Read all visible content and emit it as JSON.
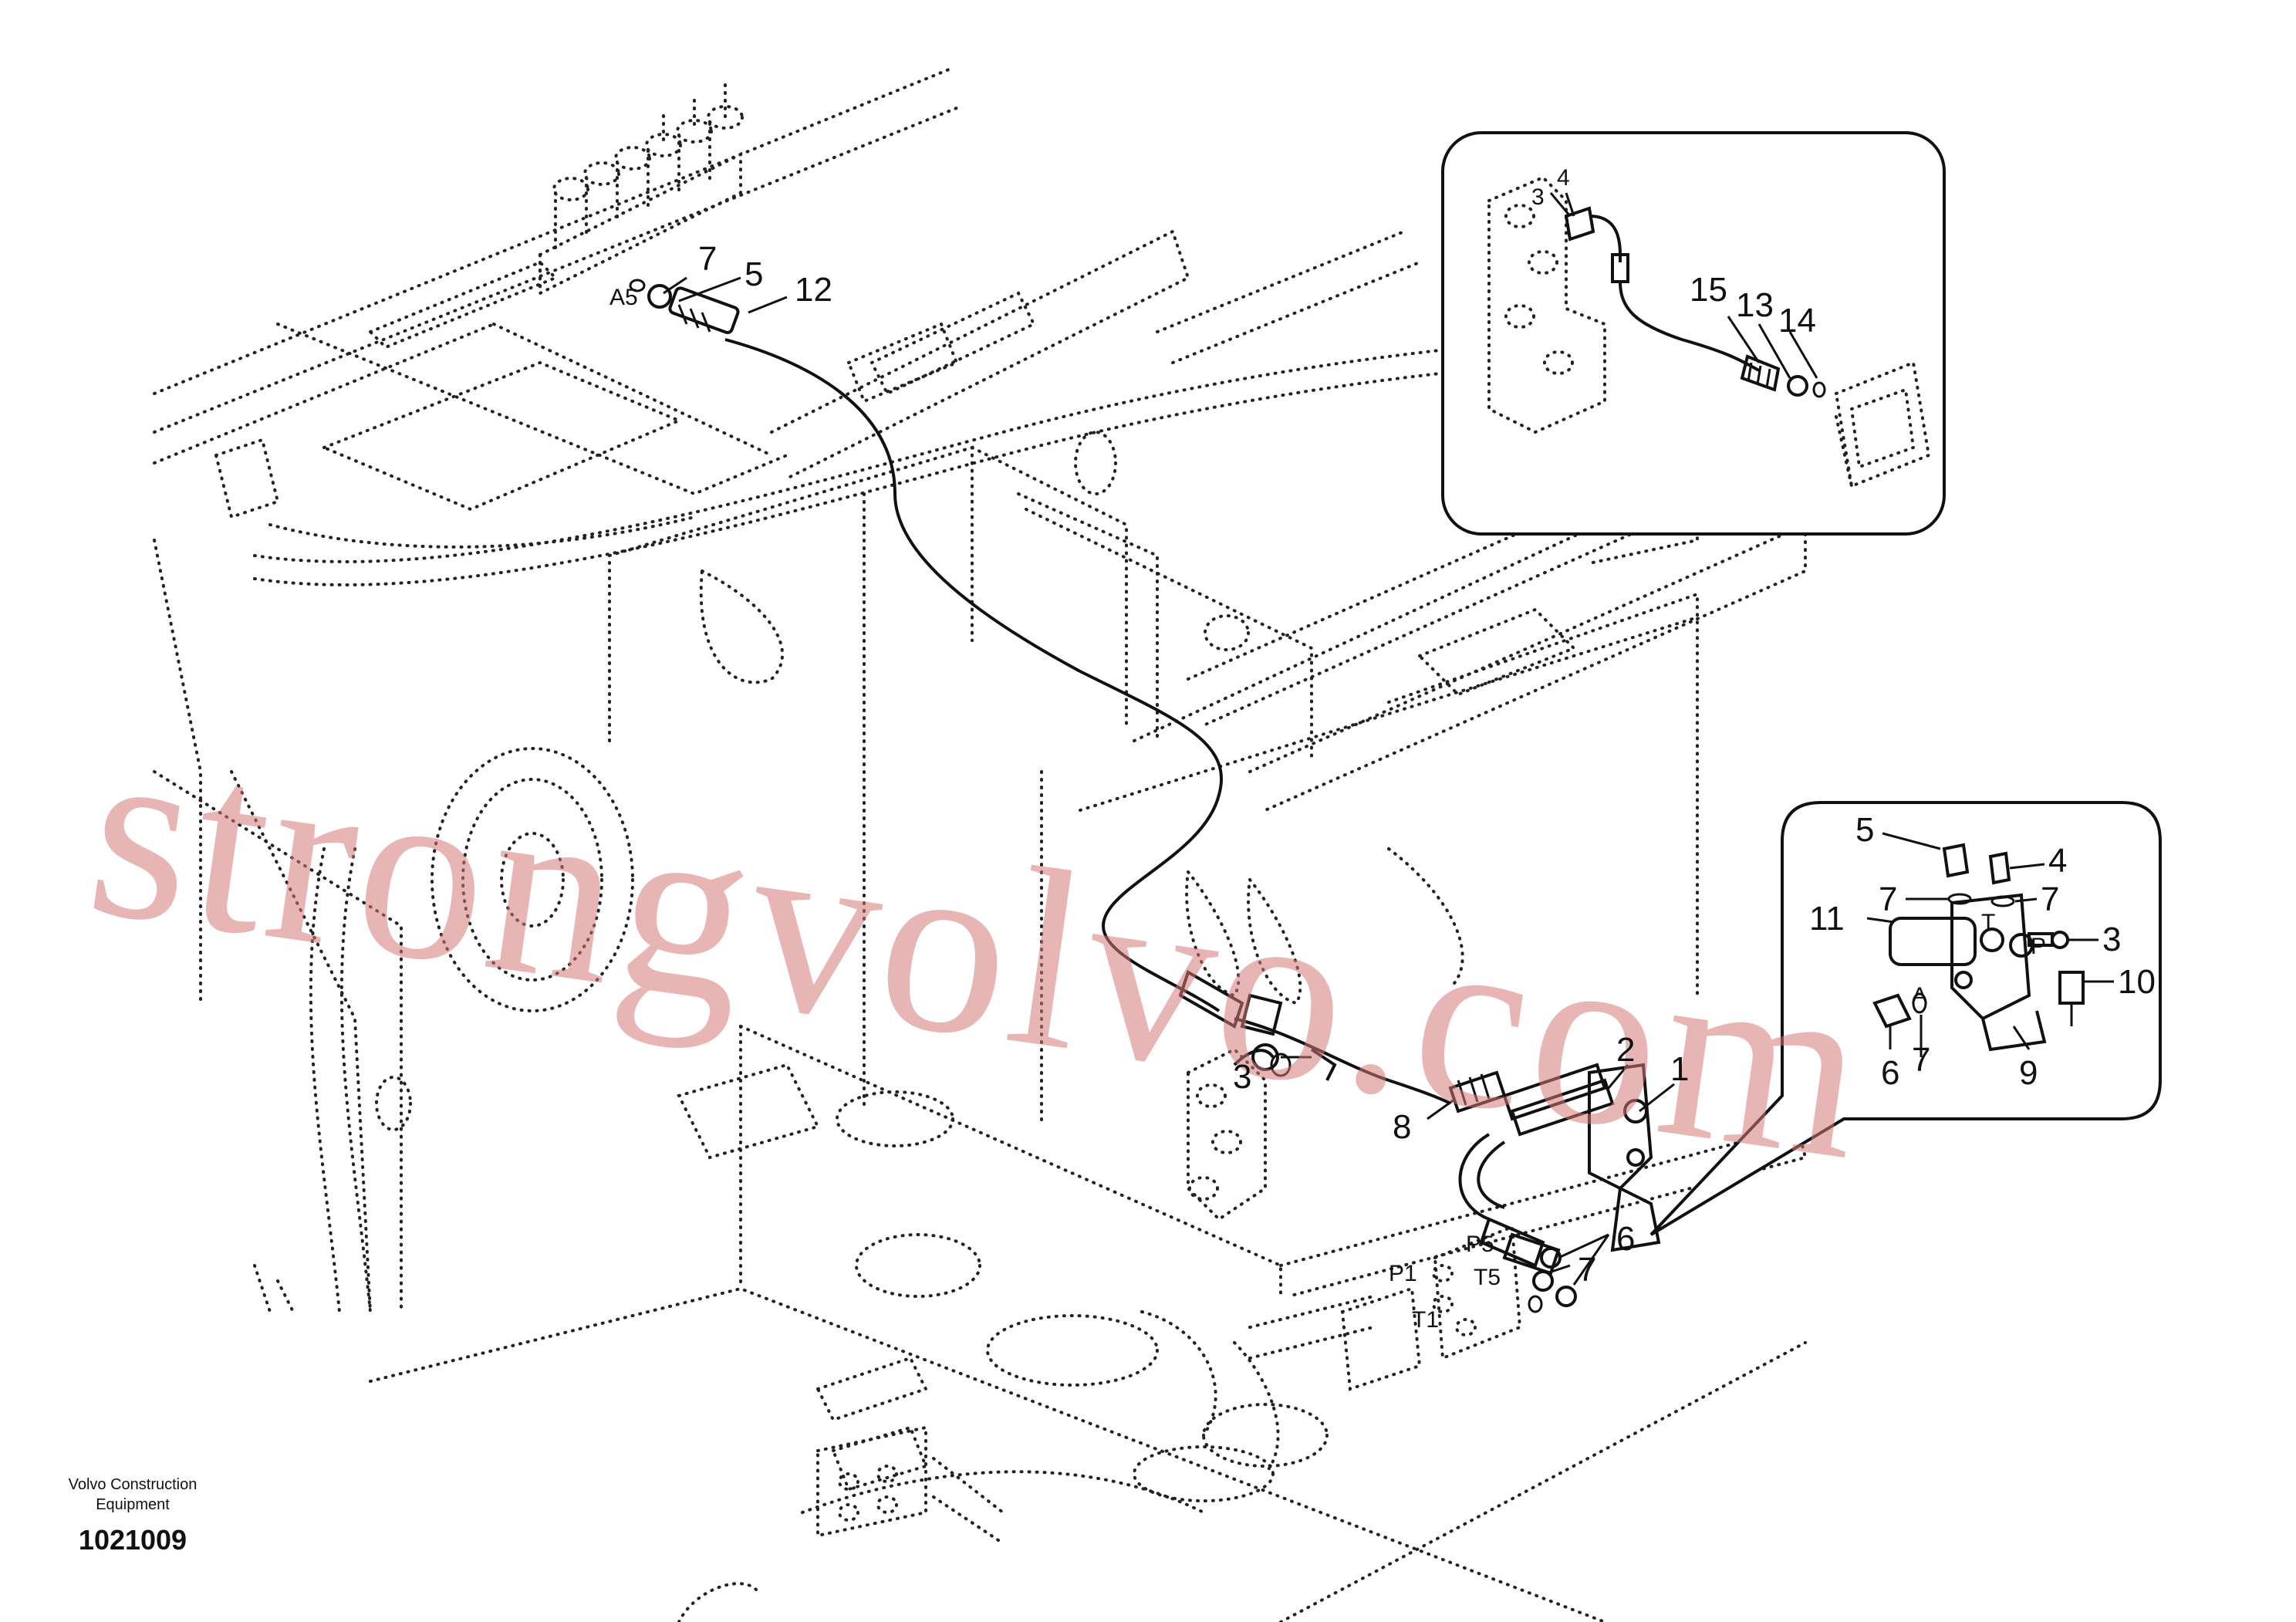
{
  "publisher": {
    "line1": "Volvo Construction",
    "line2": "Equipment"
  },
  "drawing_number": "1021009",
  "watermark": "strongvolvo.com",
  "main_callouts": [
    {
      "id": "c7a",
      "label": "7"
    },
    {
      "id": "c5a",
      "label": "5"
    },
    {
      "id": "c12",
      "label": "12"
    },
    {
      "id": "c2",
      "label": "2"
    },
    {
      "id": "c1",
      "label": "1"
    },
    {
      "id": "c8",
      "label": "8"
    },
    {
      "id": "c3a",
      "label": "3"
    },
    {
      "id": "c6a",
      "label": "6"
    },
    {
      "id": "c7b",
      "label": "7"
    }
  ],
  "port_labels": [
    {
      "id": "pA5",
      "label": "A5"
    },
    {
      "id": "pP5",
      "label": "P5"
    },
    {
      "id": "pT5",
      "label": "T5"
    },
    {
      "id": "pP1",
      "label": "P1"
    },
    {
      "id": "pT1",
      "label": "T1"
    }
  ],
  "detail_top": {
    "callouts": [
      {
        "id": "d3",
        "label": "3"
      },
      {
        "id": "d4",
        "label": "4"
      },
      {
        "id": "d15",
        "label": "15"
      },
      {
        "id": "d13",
        "label": "13"
      },
      {
        "id": "d14",
        "label": "14"
      }
    ]
  },
  "detail_right": {
    "callouts": [
      {
        "id": "r5",
        "label": "5"
      },
      {
        "id": "r4",
        "label": "4"
      },
      {
        "id": "r7a",
        "label": "7"
      },
      {
        "id": "r7b",
        "label": "7"
      },
      {
        "id": "r11",
        "label": "11"
      },
      {
        "id": "r3",
        "label": "3"
      },
      {
        "id": "r10",
        "label": "10"
      },
      {
        "id": "r6",
        "label": "6"
      },
      {
        "id": "r7c",
        "label": "7"
      },
      {
        "id": "r9",
        "label": "9"
      }
    ],
    "port_labels": [
      {
        "id": "rT",
        "label": "T"
      },
      {
        "id": "rP",
        "label": "P"
      },
      {
        "id": "rA",
        "label": "A"
      }
    ]
  }
}
